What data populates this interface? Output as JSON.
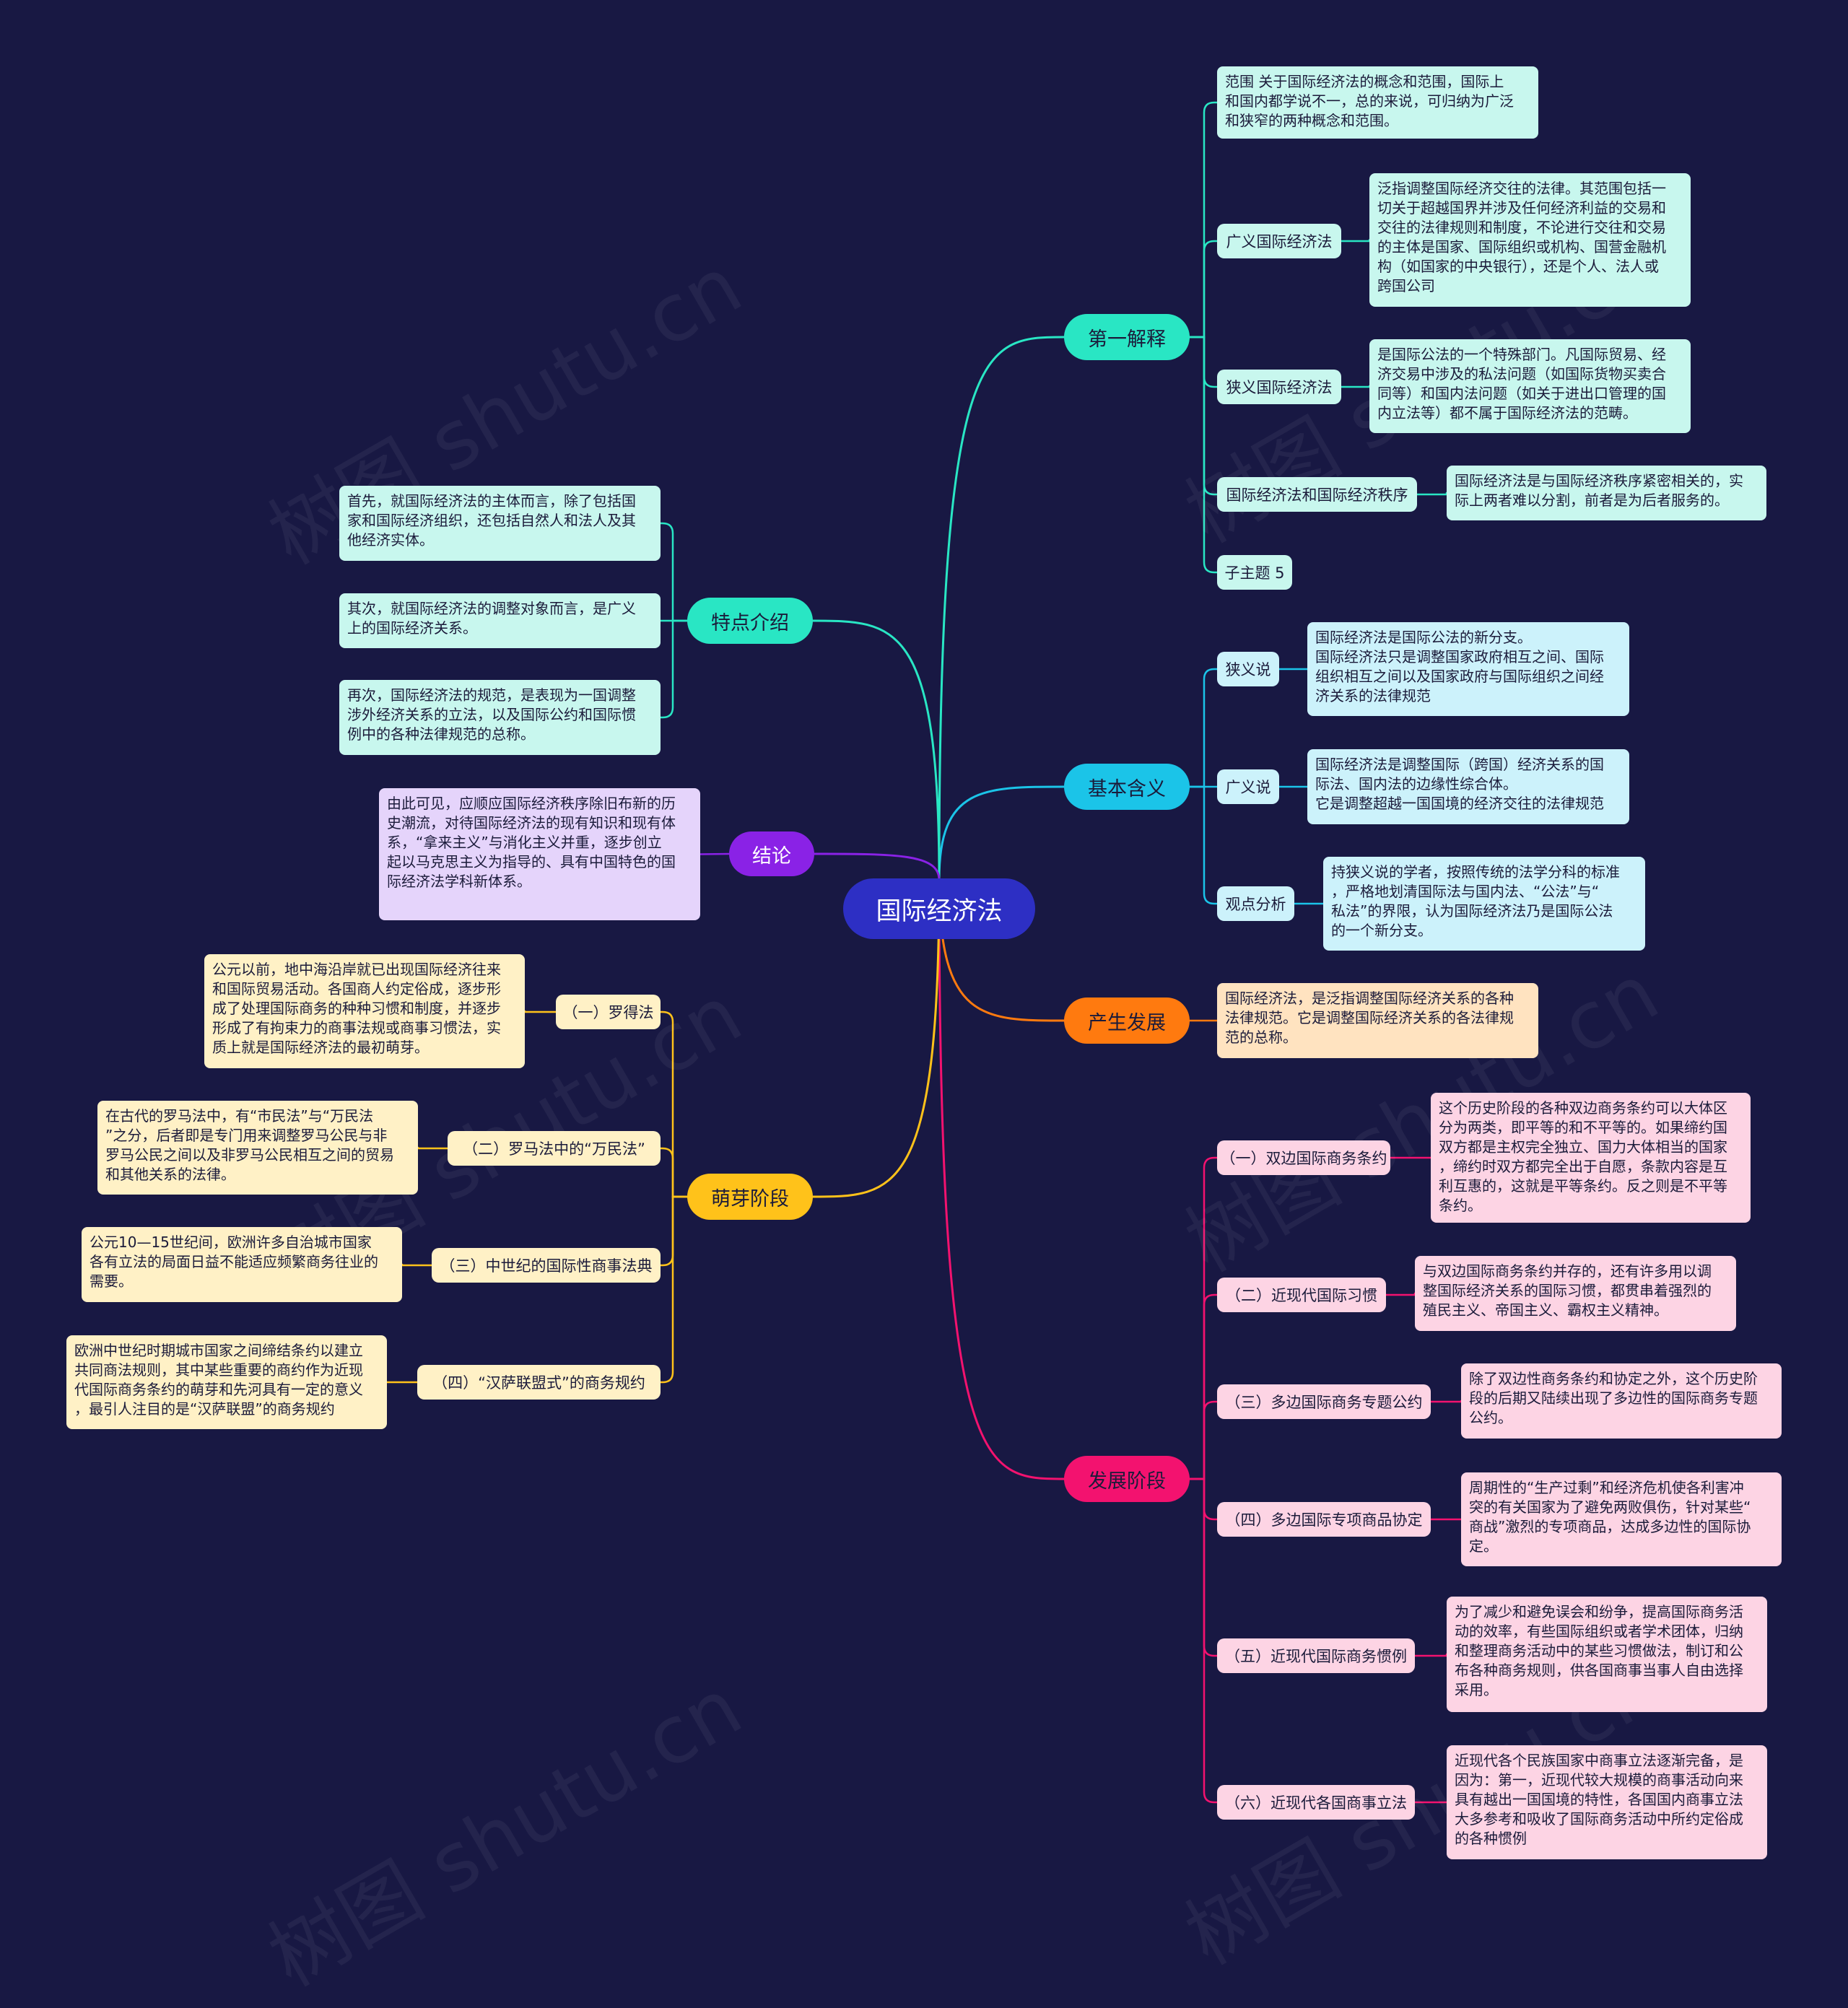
{
  "watermark": "树图 shutu.cn",
  "colors": {
    "background": "#181843",
    "teal": "#29e6c4",
    "teal_light": "#c8f7ee",
    "cyan": "#1bc4e8",
    "cyan_light": "#ccf2fb",
    "orange": "#ff7a0f",
    "orange_light": "#ffe3c0",
    "pink": "#f3126f",
    "pink_light": "#fdd4e4",
    "purple": "#8a22e6",
    "purple_light": "#e5d4fb",
    "yellow": "#ffc21a",
    "yellow_light": "#fff1c6"
  },
  "root": {
    "label": "国际经济法"
  },
  "branches": {
    "jieshi": {
      "label": "第一解释",
      "children": {
        "fanwei": {
          "text": "范围 关于国际经济法的概念和范围，国际上\n和国内都学说不一，总的来说，可归纳为广泛\n和狭窄的两种概念和范围。"
        },
        "guangyi": {
          "label": "广义国际经济法",
          "text": "泛指调整国际经济交往的法律。其范围包括一\n切关于超越国界并涉及任何经济利益的交易和\n交往的法律规则和制度，不论进行交往和交易\n的主体是国家、国际组织或机构、国营金融机\n构（如国家的中央银行），还是个人、法人或\n跨国公司"
        },
        "xiayi": {
          "label": "狭义国际经济法",
          "text": "是国际公法的一个特殊部门。凡国际贸易、经\n济交易中涉及的私法问题（如国际货物买卖合\n同等）和国内法问题（如关于进出口管理的国\n内立法等）都不属于国际经济法的范畴。"
        },
        "zhixu": {
          "label": "国际经济法和国际经济秩序",
          "text": "国际经济法是与国际经济秩序紧密相关的，实\n际上两者难以分割，前者是为后者服务的。"
        },
        "zizhuti": {
          "label": "子主题 5"
        }
      }
    },
    "hanyi": {
      "label": "基本含义",
      "children": {
        "xiayishuo": {
          "label": "狭义说",
          "text": "国际经济法是国际公法的新分支。\n国际经济法只是调整国家政府相互之间、国际\n组织相互之间以及国家政府与国际组织之间经\n济关系的法律规范"
        },
        "guangyishuo": {
          "label": "广义说",
          "text": "国际经济法是调整国际（跨国）经济关系的国\n际法、国内法的边缘性综合体。\n它是调整超越一国国境的经济交往的法律规范"
        },
        "guandian": {
          "label": "观点分析",
          "text": "持狭义说的学者，按照传统的法学分科的标准\n，严格地划清国际法与国内法、“公法”与“\n私法”的界限，认为国际经济法乃是国际公法\n的一个新分支。"
        }
      }
    },
    "chansheng": {
      "label": "产生发展",
      "text": "国际经济法，是泛指调整国际经济关系的各种\n法律规范。它是调整国际经济关系的各法律规\n范的总称。"
    },
    "fazhan": {
      "label": "发展阶段",
      "children": {
        "s1": {
          "label": "（一）双边国际商务条约",
          "text": "这个历史阶段的各种双边商务条约可以大体区\n分为两类，即平等的和不平等的。如果缔约国\n双方都是主权完全独立、国力大体相当的国家\n，缔约时双方都完全出于自愿，条款内容是互\n利互惠的，这就是平等条约。反之则是不平等\n条约。"
        },
        "s2": {
          "label": "（二）近现代国际习惯",
          "text": "与双边国际商务条约并存的，还有许多用以调\n整国际经济关系的国际习惯，都贯串着强烈的\n殖民主义、帝国主义、霸权主义精神。"
        },
        "s3": {
          "label": "（三）多边国际商务专题公约",
          "text": "除了双边性商务条约和协定之外，这个历史阶\n段的后期又陆续出现了多边性的国际商务专题\n公约。"
        },
        "s4": {
          "label": "（四）多边国际专项商品协定",
          "text": "周期性的“生产过剩”和经济危机使各利害冲\n突的有关国家为了避免两败俱伤，针对某些“\n商战”激烈的专项商品，达成多边性的国际协\n定。"
        },
        "s5": {
          "label": "（五）近现代国际商务惯例",
          "text": "为了减少和避免误会和纷争，提高国际商务活\n动的效率，有些国际组织或者学术团体，归纳\n和整理商务活动中的某些习惯做法，制订和公\n布各种商务规则，供各国商事当事人自由选择\n采用。"
        },
        "s6": {
          "label": "（六）近现代各国商事立法",
          "text": "近现代各个民族国家中商事立法逐渐完备，是\n因为：第一，近现代较大规模的商事活动向来\n具有越出一国国境的特性，各国国内商事立法\n大多参考和吸收了国际商务活动中所约定俗成\n的各种惯例"
        }
      }
    },
    "tedian": {
      "label": "特点介绍",
      "children": {
        "t1": {
          "text": "首先，就国际经济法的主体而言，除了包括国\n家和国际经济组织，还包括自然人和法人及其\n他经济实体。"
        },
        "t2": {
          "text": "其次，就国际经济法的调整对象而言，是广义\n上的国际经济关系。"
        },
        "t3": {
          "text": "再次，国际经济法的规范，是表现为一国调整\n涉外经济关系的立法，以及国际公约和国际惯\n例中的各种法律规范的总称。"
        }
      }
    },
    "jielun": {
      "label": "结论",
      "text": "由此可见，应顺应国际经济秩序除旧布新的历\n史潮流，对待国际经济法的现有知识和现有体\n系，“拿来主义”与消化主义并重，逐步创立\n起以马克思主义为指导的、具有中国特色的国\n际经济法学科新体系。"
    },
    "mengya": {
      "label": "萌芽阶段",
      "children": {
        "m1": {
          "label": "（一）罗得法",
          "text": "公元以前，地中海沿岸就已出现国际经济往来\n和国际贸易活动。各国商人约定俗成，逐步形\n成了处理国际商务的种种习惯和制度，并逐步\n形成了有拘束力的商事法规或商事习惯法，实\n质上就是国际经济法的最初萌芽。"
        },
        "m2": {
          "label": "（二）罗马法中的“万民法”",
          "text": "在古代的罗马法中，有“市民法”与“万民法\n”之分，后者即是专门用来调整罗马公民与非\n罗马公民之间以及非罗马公民相互之间的贸易\n和其他关系的法律。"
        },
        "m3": {
          "label": "（三）中世纪的国际性商事法典",
          "text": "公元10—15世纪间，欧洲许多自治城市国家\n各有立法的局面日益不能适应频繁商务往业的\n需要。"
        },
        "m4": {
          "label": "（四）“汉萨联盟式”的商务规约",
          "text": "欧洲中世纪时期城市国家之间缔结条约以建立\n共同商法规则，其中某些重要的商约作为近现\n代国际商务条约的萌芽和先河具有一定的意义\n，最引人注目的是“汉萨联盟”的商务规约"
        }
      }
    }
  }
}
